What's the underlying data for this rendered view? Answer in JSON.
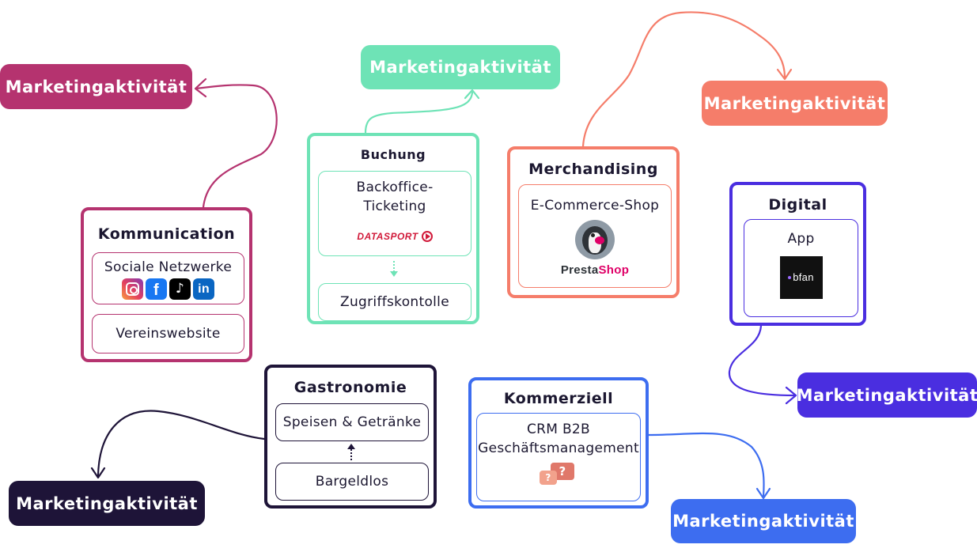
{
  "marketing_label": "Marketingaktivität",
  "colors": {
    "komm": "#b5336f",
    "buchung": "#6ee3b6",
    "merch": "#f57d6a",
    "digital": "#4a2ee0",
    "gastro": "#1e1438",
    "kommerz": "#3d6df0"
  },
  "kommunication": {
    "title": "Kommunication",
    "items": [
      "Sociale Netzwerke",
      "Vereinswebsite"
    ],
    "social_icons": [
      "instagram-icon",
      "facebook-icon",
      "tiktok-icon",
      "linkedin-icon"
    ]
  },
  "buchung": {
    "title": "Buchung",
    "items": [
      "Backoffice-Ticketing",
      "Zugriffskontolle"
    ],
    "logo": "DATASPORT"
  },
  "merchandising": {
    "title": "Merchandising",
    "items": [
      "E-Commerce-Shop"
    ],
    "logo": {
      "part1": "Presta",
      "part2": "Shop"
    }
  },
  "digital": {
    "title": "Digital",
    "items": [
      "App"
    ],
    "logo": "bfan"
  },
  "gastronomie": {
    "title": "Gastronomie",
    "items": [
      "Speisen & Getränke",
      "Bargeldlos"
    ]
  },
  "kommerziell": {
    "title": "Kommerziell",
    "items": [
      "CRM B2B Geschäftsmanagement"
    ],
    "icon": "question-bubbles-icon"
  }
}
